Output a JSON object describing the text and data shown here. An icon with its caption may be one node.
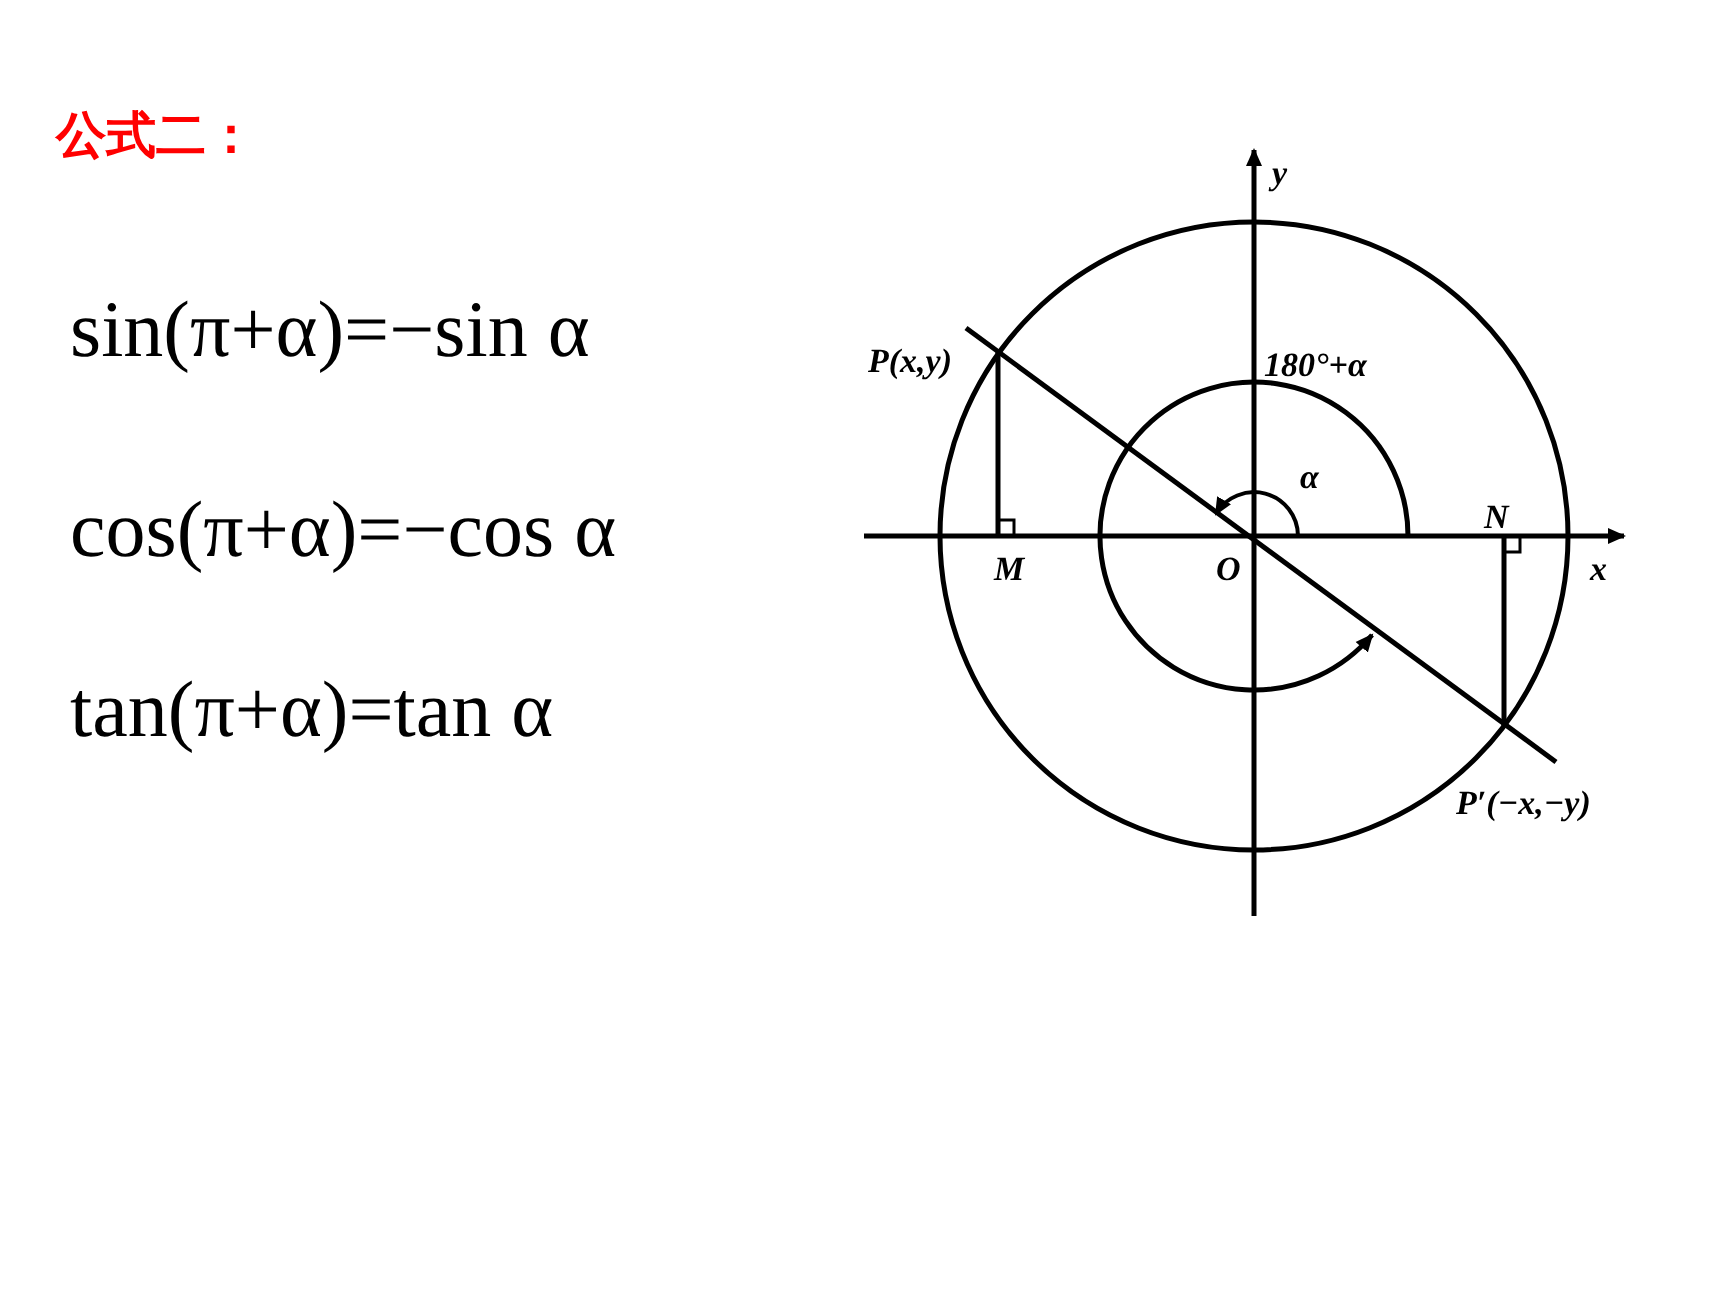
{
  "diagram": {
    "title": "公式二：",
    "labels": [
      "sin(π+α)=−sin α",
      "cos(π+α)=−cos α",
      "tan(π+α)=tan α",
      "y",
      "P(x,y)",
      "180°+α",
      "α",
      "N",
      "M",
      "O",
      "x",
      "P′(−x,−y)"
    ]
  }
}
